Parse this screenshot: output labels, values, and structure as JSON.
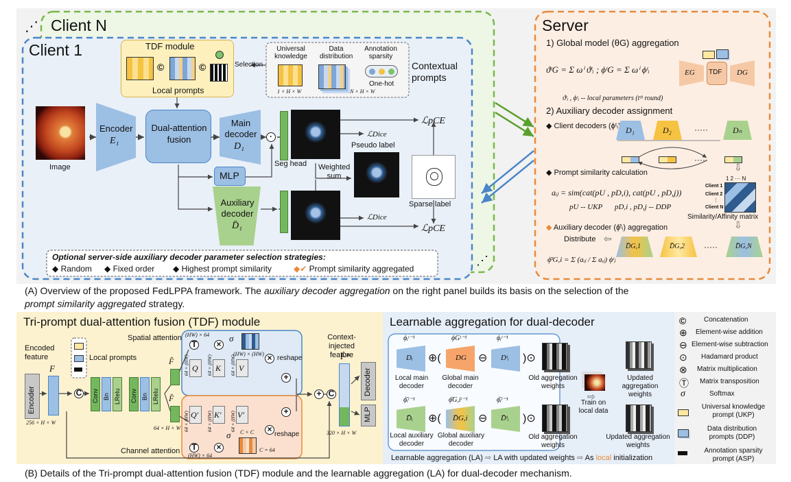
{
  "top": {
    "client_n": "Client N",
    "client_1": "Client 1",
    "tdf_module": "TDF module",
    "local_prompts": "Local prompts",
    "selection": "Selection",
    "universal_knowledge": "Universal knowledge",
    "data_distribution": "Data distribution",
    "annotation_sparsity": "Annotation sparsity",
    "one_hot": "One-hot",
    "dim_ukp": "1 × H × W",
    "dim_ddp": "N × H × W",
    "contextual_prompts": "Contextual prompts",
    "image": "Image",
    "encoder": "Encoder",
    "encoder_sym": "E₁",
    "dual_attention_fusion": "Dual-attention fusion",
    "main_decoder": "Main decoder",
    "main_decoder_sym": "D₁",
    "seg_head": "Seg head",
    "mlp": "MLP",
    "aux_decoder": "Auxiliary decoder",
    "aux_decoder_sym": "D̄₁",
    "pseudo_label": "Pseudo label",
    "weighted_sum": "Weighted sum",
    "sparse_label": "Sparse label",
    "loss_pce": "ℒpCE",
    "loss_dice": "ℒDice",
    "strategies_title": "Optional server-side auxiliary decoder parameter selection strategies:",
    "strategies": [
      "Random",
      "Fixed order",
      "Highest prompt similarity",
      "Prompt similarity aggregated"
    ]
  },
  "server": {
    "title": "Server",
    "step1": "1) Global model (θG) aggregation",
    "eq1": "ϑᵗG = Σ ωⁱ ϑᵗᵢ ; ϕᵗG = Σ ωⁱ ϕᵗᵢ",
    "local_params": "ϑᵗᵢ , ϕᵗᵢ -- local parameters (tᵗʰ round)",
    "eg": "EG",
    "tdf": "TDF",
    "dg": "DG",
    "step2": "2) Auxiliary decoder assignment",
    "client_decoders": "Client decoders (ϕᵗᵢ)",
    "d1": "D₁",
    "d2": "D₂",
    "dn": "Dₙ",
    "dots": "·····",
    "prompt_similarity": "Prompt similarity calculation",
    "sim_eq": "aᵢⱼ = sim(cat(pU , pD,i), cat(pU , pD,j))",
    "pu_ukp": "pU -- UKP",
    "pd_ddp": "pD,i , pD,j -- DDP",
    "matrix_cols": "1  2  ···  N",
    "matrix_rows": [
      "Client 1",
      "Client 2",
      "⋮",
      "Client N"
    ],
    "similarity_matrix": "Similarity/Affinity matrix",
    "aux_agg": "Auxiliary decoder (ϕ̄ᵗᵢ) aggregation",
    "distribute": "Distribute",
    "dg1": "D̄G,1",
    "dg2": "D̄G,2",
    "dgn": "D̄G,N",
    "agg_eq": "ϕ̄ᵗG,i = Σ (aᵢⱼ / Σ aᵢⱼ) ϕᵗⱼ"
  },
  "caption_a": {
    "part1": "(A) Overview of the proposed FedLPPA framework. The ",
    "ital1": "auxiliary decoder aggregation",
    "part2": " on the right panel builds its basis on the selection of the",
    "ital2": "prompt similarity aggregated",
    "part3": " strategy."
  },
  "tdf": {
    "title": "Tri-prompt dual-attention fusion (TDF) module",
    "encoded_feature": "Encoded feature",
    "f": "F",
    "local_prompts": "Local prompts",
    "encoder": "Encoder",
    "dim_f": "256 × H × W",
    "conv": "Conv",
    "bn": "Bn",
    "lrelu": "LRelu",
    "fhat": "F̂",
    "dim_64": "64 × H × W",
    "spatial_attention": "Spatial attention",
    "channel_attention": "Channel attention",
    "hw_x_64": "(HW) × 64",
    "sixty4_x_hw": "64 × (HW)",
    "hw_x_hw": "(HW) × (HW)",
    "c_x_c": "C × C",
    "c_64": "C = 64",
    "sigma": "σ",
    "q": "Q",
    "k": "K",
    "v": "V",
    "qp": "Q′",
    "kp": "K′",
    "vp": "V′",
    "reshape": "reshape",
    "context_feature": "Context-injected feature",
    "fstar": "F̂*",
    "dim_320": "320 × H × W",
    "decoder": "Decoder",
    "mlp": "MLP"
  },
  "la": {
    "title": "Learnable aggregation for dual-decoder",
    "phi_i": "ϕᵢᵗ⁻¹",
    "phi_g": "ϕGᵗ⁻¹",
    "phi_i2": "ϕᵢᵗ⁻¹",
    "di": "Dᵢ",
    "dg": "DG",
    "di_t": "Dᵗᵢ",
    "local_main": "Local main decoder",
    "global_main": "Global main decoder",
    "old_weights": "Old aggregation weights",
    "updated_weights": "Updated aggregation weights",
    "train_local": "Train on local data",
    "phibar_i": "ϕ̄ᵢᵗ⁻¹",
    "phibar_g": "ϕ̄G,iᵗ⁻¹",
    "phibar_i2": "ϕ̄ᵢᵗ⁻¹",
    "dbar_i": "D̄ᵢ",
    "dbar_gi": "D̄G,i",
    "dbar_it": "D̄ᵗᵢ",
    "local_aux": "Local auxiliary decoder",
    "global_aux": "Global auxiliary decoder",
    "footer_a": "Learnable aggregation (LA)",
    "footer_b": "LA with updated weights",
    "footer_c1": "As ",
    "footer_c2": "local",
    "footer_c3": " initialization"
  },
  "legend": [
    {
      "sym": "©",
      "label": "Concatenation"
    },
    {
      "sym": "⊕",
      "label": "Element-wise addition"
    },
    {
      "sym": "⊖",
      "label": "Element-wise subtraction"
    },
    {
      "sym": "⊙",
      "label": "Hadamard product"
    },
    {
      "sym": "⊗",
      "label": "Matrix multiplication"
    },
    {
      "sym": "Ⓣ",
      "label": "Matrix transposition"
    },
    {
      "sym": "σ",
      "label": "Softmax"
    },
    {
      "sym": "ukp",
      "label": "Universal knowledge prompt (UKP)"
    },
    {
      "sym": "ddp",
      "label": "Data distribution prompts (DDP)"
    },
    {
      "sym": "asp",
      "label": "Annotation sparsity prompt (ASP)"
    }
  ],
  "caption_b": "(B) Details of the Tri-prompt dual-attention fusion (TDF) module and the learnable aggregation (LA) for dual-decoder mechanism.",
  "colors": {
    "blue_decoder": "#9cbfe4",
    "green_decoder": "#a9d18e",
    "orange_server": "#f6c9a6",
    "yellow_prompt": "#ffe8a1",
    "panel_yellow": "#fdf2cf",
    "panel_blue": "#e6eef8"
  }
}
